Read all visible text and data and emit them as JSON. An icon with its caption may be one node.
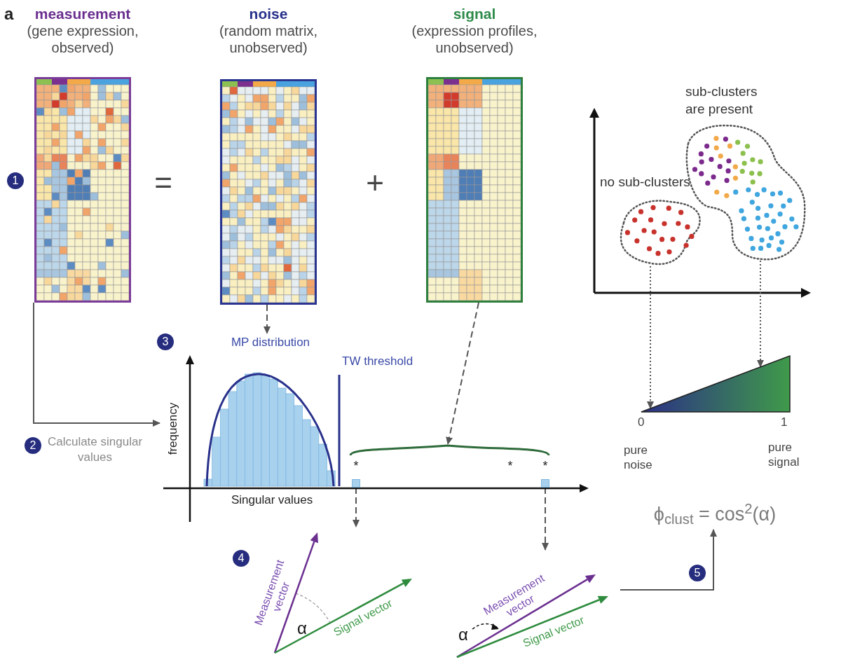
{
  "diagram": {
    "nodes": [
      {
        "text": [
          "measurement",
          "(gene expression, observed)"
        ]
      },
      {
        "text": [
          "noise",
          "(random matrix, unobserved)"
        ]
      },
      {
        "text": [
          "signal",
          "(expression profiles, unobserved)"
        ]
      },
      {
        "text": [
          "MP distribution"
        ]
      },
      {
        "text": [
          "frequency",
          "Singular values"
        ]
      },
      {
        "text": [],
        "shape": "brace",
        "in": 4
      },
      {
        "text": [],
        "shape": "bar",
        "in": 4
      },
      {
        "text": [],
        "shape": "bar",
        "in": 4
      },
      {
        "text": [
          "Measurement vector",
          "α",
          "Signal vector"
        ]
      },
      {
        "text": [
          "Measurement vector",
          "α",
          "Signal vector"
        ]
      },
      {
        "text": [
          "no sub-clusters"
        ]
      },
      {
        "text": [
          "sub-clusters are present"
        ]
      },
      {
        "text": [],
        "shape": "triangle",
        "beside": [
          "0",
          "1",
          "pure noise",
          "pure signal"
        ]
      },
      {
        "text": [
          "ϕ$_{clust}$ = cos$^{2}$(α)"
        ]
      },
      {
        "text": [
          "1"
        ]
      },
      {
        "text": [
          "2"
        ]
      },
      {
        "text": [
          "3"
        ]
      },
      {
        "text": [
          "4"
        ]
      },
      {
        "text": [
          "5"
        ]
      }
    ],
    "edges": [
      {
        "from": 0,
        "to": 4,
        "arrow": "to"
      },
      {
        "from": 1,
        "to": 3,
        "arrow": "to",
        "style": "dashed"
      },
      {
        "from": 2,
        "to": 5,
        "arrow": "to",
        "style": "dashed"
      },
      {
        "from": 6,
        "to": 8,
        "arrow": "to",
        "style": "dashed"
      },
      {
        "from": 7,
        "to": 9,
        "arrow": "to",
        "style": "dashed"
      },
      {
        "from": 10,
        "to": 12,
        "arrow": "to",
        "style": "dashed"
      },
      {
        "from": 11,
        "to": 12,
        "arrow": "to",
        "style": "dashed"
      },
      {
        "from": 9,
        "to": 13,
        "arrow": "to"
      }
    ],
    "labels": [
      "a",
      "=",
      "+",
      "Calculate singular values",
      "TW threshold",
      "*",
      "*",
      "*"
    ]
  }
}
